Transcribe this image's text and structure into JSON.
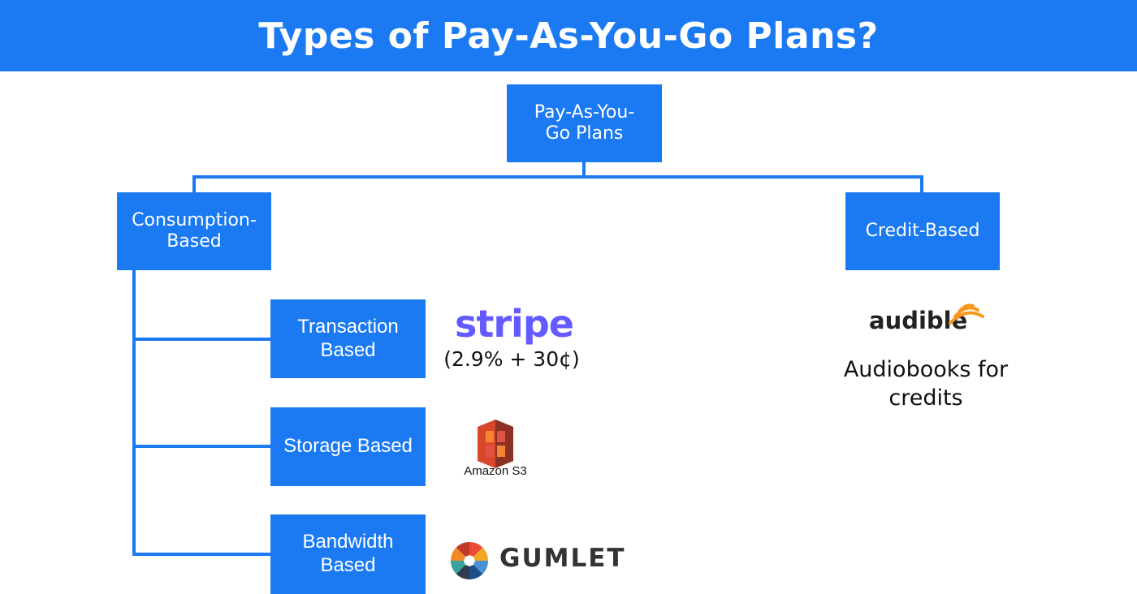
{
  "title": "Types of Pay-As-You-Go Plans?",
  "colors": {
    "accent": "#1b7af2",
    "stripe": "#635bff",
    "audible": "#f8991d",
    "s3": "#d9472b"
  },
  "root": {
    "line1": "Pay-As-You-",
    "line2": "Go Plans"
  },
  "consumption": {
    "line1": "Consumption-",
    "line2": "Based"
  },
  "credit": {
    "label": "Credit-Based"
  },
  "transaction": {
    "line1": "Transaction",
    "line2": "Based"
  },
  "storage": {
    "label": "Storage Based"
  },
  "bandwidth": {
    "line1": "Bandwidth",
    "line2": "Based"
  },
  "examples": {
    "stripe": {
      "logo": "stripe",
      "note": "(2.9% + 30¢)"
    },
    "s3": {
      "icon": "amazon-s3-bucket-icon",
      "label": "Amazon S3"
    },
    "gumlet": {
      "icon": "gumlet-pinwheel-icon",
      "label": "GUMLET"
    },
    "audible": {
      "logo": "audible",
      "icon": "audible-waves-icon",
      "note_line1": "Audiobooks for",
      "note_line2": "credits"
    }
  }
}
